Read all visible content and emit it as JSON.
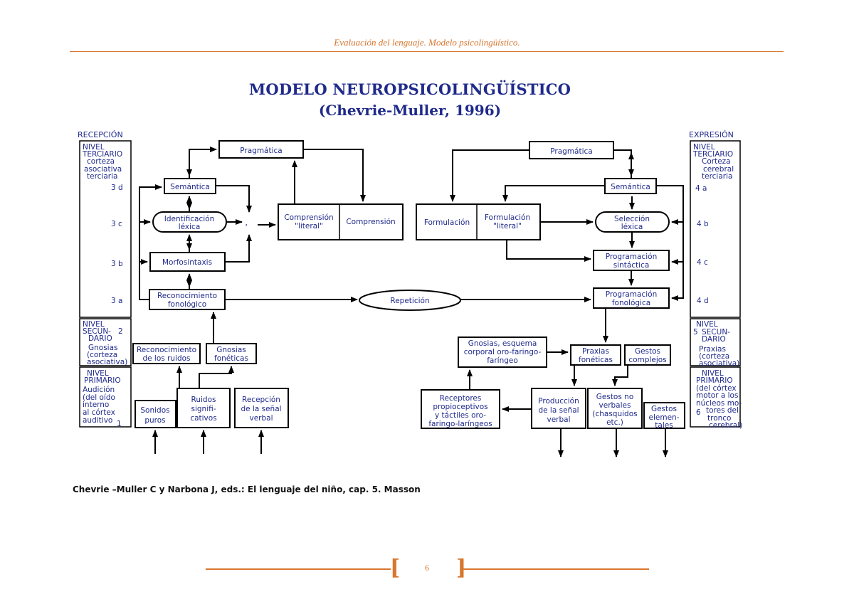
{
  "header": {
    "text": "Evaluación del lenguaje. Modelo psicolingüístico."
  },
  "title": {
    "line1": "MODELO NEUROPSICOLINGÜÍSTICO",
    "line2": "(Chevrie-Muller, 1996)"
  },
  "reception": {
    "header": "RECEPCIÓN",
    "tertiary": [
      "NIVEL",
      "TERCIARIO",
      "corteza",
      "asociativa",
      "terciaria"
    ],
    "secondary": [
      "NIVEL",
      "SECUN-",
      "DARIO",
      "Gnosias",
      "(corteza",
      "asociativa)"
    ],
    "secondary_num": "2",
    "primary": [
      "NIVEL",
      "PRIMARIO",
      "Audición",
      "(del oído",
      "interno",
      "al córtex",
      "auditivo"
    ],
    "primary_num": "1",
    "levels": [
      "3 d",
      "3 c",
      "3 b",
      "3 a"
    ],
    "boxes": {
      "pragmatica": "Pragmática",
      "semantica": "Semántica",
      "identificacion": [
        "Identificación",
        "léxica"
      ],
      "morfosintaxis": "Morfosintaxis",
      "reconocimiento_fonologico": [
        "Reconocimiento",
        "fonológico"
      ],
      "comprension_literal": [
        "Comprensión",
        "\"literal\""
      ],
      "comprension": "Comprensión",
      "reconocimiento_ruidos": [
        "Reconocimiento",
        "de los ruidos"
      ],
      "gnosias_foneticas": [
        "Gnosias",
        "fonéticas"
      ],
      "sonidos_puros": [
        "Sonidos",
        "puros"
      ],
      "ruidos_significativos": [
        "Ruidos",
        "signifi-",
        "cativos"
      ],
      "recepcion_senal": [
        "Recepción",
        "de la señal",
        "verbal"
      ]
    }
  },
  "center": {
    "repeticion": "Repetición"
  },
  "expression": {
    "header": "EXPRESIÓN",
    "tertiary": [
      "NIVEL",
      "TERCIARIO",
      "Corteza",
      "cerebral",
      "terciaria"
    ],
    "secondary": [
      "NIVEL",
      "SECUN-",
      "DARIO",
      "Praxias",
      "(corteza",
      "asociativa)"
    ],
    "secondary_num": "5",
    "primary": [
      "NIVEL",
      "PRIMARIO",
      "(del córtex",
      "motor a los",
      "núcleos mo-",
      "tores del",
      "tronco",
      "cerebral)"
    ],
    "primary_num": "6",
    "levels": [
      "4 a",
      "4 b",
      "4 c",
      "4 d"
    ],
    "boxes": {
      "pragmatica": "Pragmática",
      "semantica": "Semántica",
      "formulacion": "Formulación",
      "formulacion_literal": [
        "Formulación",
        "\"literal\""
      ],
      "seleccion": [
        "Selección",
        "léxica"
      ],
      "programacion_sintactica": [
        "Programación",
        "sintáctica"
      ],
      "programacion_fonologica": [
        "Programación",
        "fonológica"
      ],
      "gnosias_esquema": [
        "Gnosias, esquema",
        "corporal oro-faringo-",
        "faríngeo"
      ],
      "praxias_foneticas": [
        "Praxias",
        "fonéticas"
      ],
      "gestos_complejos": [
        "Gestos",
        "complejos"
      ],
      "receptores": [
        "Receptores",
        "propioceptivos",
        "y táctiles oro-",
        "faringo-laríngeos"
      ],
      "produccion_senal": [
        "Producción",
        "de la señal",
        "verbal"
      ],
      "gestos_no_verbales": [
        "Gestos no",
        "verbales",
        "(chasquidos",
        "etc.)"
      ],
      "gestos_elementales": [
        "Gestos",
        "elemen-",
        "tales"
      ]
    }
  },
  "citation": "Chevrie –Muller C y Narbona J, eds.: El lenguaje del niño, cap. 5. Masson",
  "footer": {
    "page": "6"
  },
  "colors": {
    "accent": "#d8762e",
    "diagram_text": "#1f2a8a"
  }
}
